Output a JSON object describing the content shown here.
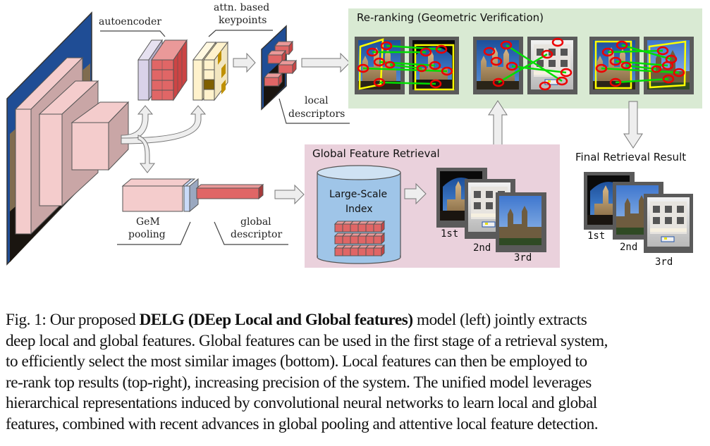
{
  "figure": {
    "labels": {
      "autoencoder": "autoencoder",
      "attn_line1": "attn. based",
      "attn_line2": "keypoints",
      "local_line1": "local",
      "local_line2": "descriptors",
      "gem_line1": "GeM",
      "gem_line2": "pooling",
      "global_line1": "global",
      "global_line2": "descriptor"
    },
    "reranking": {
      "title": "Re-ranking (Geometric Verification)",
      "background": "#d9ead3"
    },
    "global_retrieval": {
      "title": "Global Feature Retrieval",
      "index_line1": "Large-Scale",
      "index_line2": "Index",
      "background": "#ead1dc",
      "ranks": [
        "1st",
        "2nd",
        "3rd"
      ]
    },
    "final_result": {
      "title": "Final Retrieval Result",
      "ranks": [
        "1st",
        "2nd",
        "3rd"
      ]
    },
    "colors": {
      "cnn_block": "#f4cccc",
      "cnn_side": "#c9a6a6",
      "descriptor_red": "#e06666",
      "autoencoder_lavender": "#d9d2e9",
      "attention_cream": "#fff2cc",
      "attention_dark": "#7f6000",
      "attention_gold": "#bf9000",
      "gem_blue": "#c9daf8",
      "index_blue": "#9fc5e8",
      "arrow_fill": "#eeeeee",
      "match_line": "#00dd00",
      "keypoint_circle": "#ee0000",
      "inlier_box": "#ffff00"
    }
  },
  "caption": {
    "prefix": "Fig. 1: Our proposed ",
    "bold": "DELG (DEep Local and Global features)",
    "line1_rest": " model (left) jointly extracts",
    "line2": "deep local and global features. Global features can be used in the first stage of a retrieval system,",
    "line3": "to efficiently select the most similar images (bottom). Local features can then be employed to",
    "line4": "re-rank top results (top-right), increasing precision of the system. The unified model leverages",
    "line5": "hierarchical representations induced by convolutional neural networks to learn local and global",
    "line6": "features, combined with recent advances in global pooling and attentive local feature detection."
  }
}
